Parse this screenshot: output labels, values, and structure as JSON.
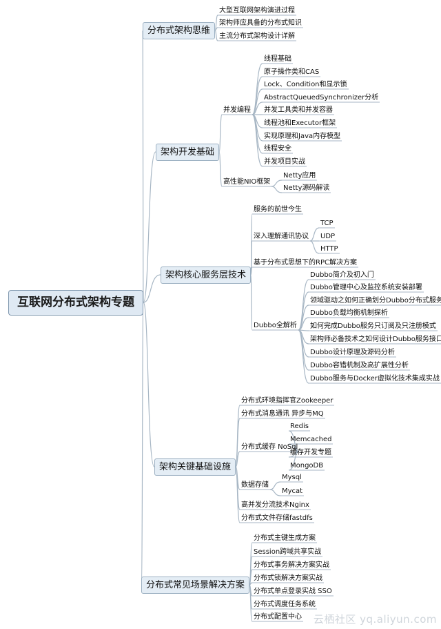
{
  "root": "互联网分布式架构专题",
  "branches": [
    {
      "label": "分布式架构思维",
      "children": [
        {
          "label": "大型互联网架构演进过程"
        },
        {
          "label": "架构师应具备的分布式知识"
        },
        {
          "label": "主流分布式架构设计详解"
        }
      ]
    },
    {
      "label": "架构开发基础",
      "children": [
        {
          "label": "并发编程",
          "children": [
            "线程基础",
            "原子操作类和CAS",
            "Lock、Condition和显示锁",
            "AbstractQueuedSynchronizer分析",
            "并发工具类和并发容器",
            "线程池和Executor框架",
            "实现原理和Java内存模型",
            "线程安全",
            "并发项目实战"
          ]
        },
        {
          "label": "高性能NIO框架",
          "children": [
            "Netty应用",
            "Netty源码解读"
          ]
        }
      ]
    },
    {
      "label": "架构核心服务层技术",
      "children": [
        {
          "label": "服务的前世今生"
        },
        {
          "label": "深入理解通讯协议",
          "children": [
            "TCP",
            "UDP",
            "HTTP"
          ]
        },
        {
          "label": "基于分布式思想下的RPC解决方案"
        },
        {
          "label": "Dubbo全解析",
          "children": [
            "Dubbo简介及初入门",
            "Dubbo管理中心及监控系统安装部署",
            "领域驱动之如何正确划分Dubbo分布式服务",
            "Dubbo负载均衡机制探析",
            "如何完成Dubbo服务只订阅及只注册模式",
            "架构师必备技术之如何设计Dubbo服务接口",
            "Dubbo设计原理及源码分析",
            "Dubbo容错机制及高扩展性分析",
            "Dubbo服务与Docker虚拟化技术集成实战"
          ]
        }
      ]
    },
    {
      "label": "架构关键基础设施",
      "children": [
        {
          "label": "分布式环境指挥官Zookeeper"
        },
        {
          "label": "分布式消息通讯 异步与MQ"
        },
        {
          "label": "分布式缓存 NoSql",
          "children": [
            "Redis",
            "Memcached",
            "缓存开发专题",
            "MongoDB"
          ]
        },
        {
          "label": "数据存储",
          "children": [
            "Mysql",
            "Mycat"
          ]
        },
        {
          "label": "高并发分流技术Nginx"
        },
        {
          "label": "分布式文件存储fastdfs"
        }
      ]
    },
    {
      "label": "分布式常见场景解决方案",
      "children": [
        {
          "label": "分布式主键生成方案"
        },
        {
          "label": "Session跨域共享实战"
        },
        {
          "label": "分布式事务解决方案实战"
        },
        {
          "label": "分布式锁解决方案实战"
        },
        {
          "label": "分布式单点登录实战 SSO"
        },
        {
          "label": "分布式调度任务系统"
        },
        {
          "label": "分布式配置中心"
        }
      ]
    }
  ],
  "watermark": "云栖社区 yq.aliyun.com",
  "colors": {
    "line": "#a7b6c4",
    "root_fill": "#dfe9f3",
    "branch_fill": "#e4edf5"
  }
}
